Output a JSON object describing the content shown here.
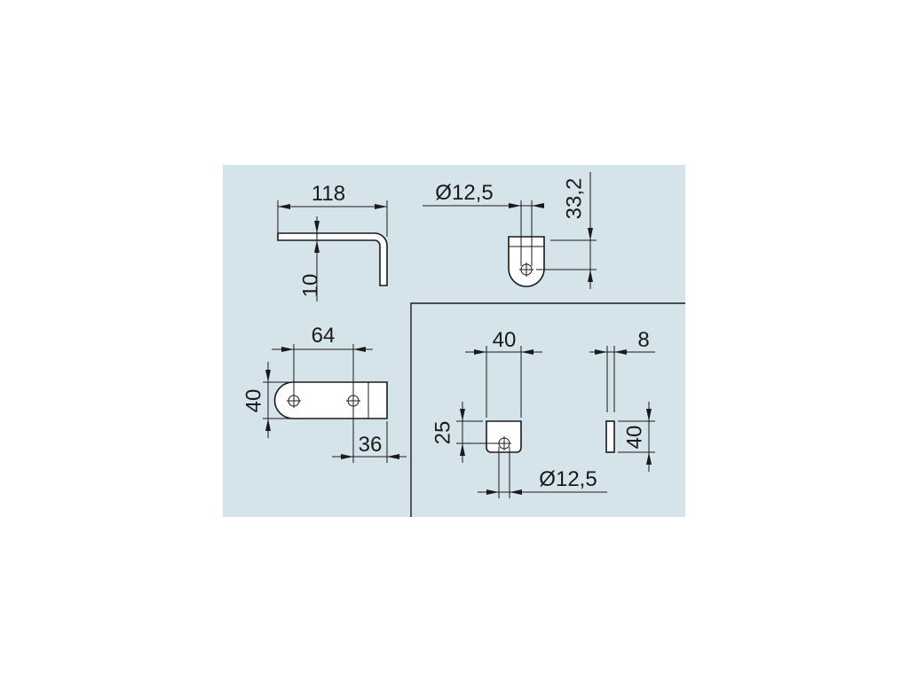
{
  "colors": {
    "panel": "#d5e3ea",
    "ink": "#1a1a1a",
    "part_fill": "#ffffff"
  },
  "dimensions": {
    "side_length": "118",
    "side_thickness": "10",
    "end_hole_dia": "Ø12,5",
    "end_height": "33,2",
    "top_hole_spacing": "64",
    "top_width": "40",
    "top_end_offset": "36",
    "front_width": "40",
    "front_hole_height": "25",
    "front_hole_dia": "Ø12,5",
    "edge_thickness": "8",
    "edge_height": "40"
  }
}
